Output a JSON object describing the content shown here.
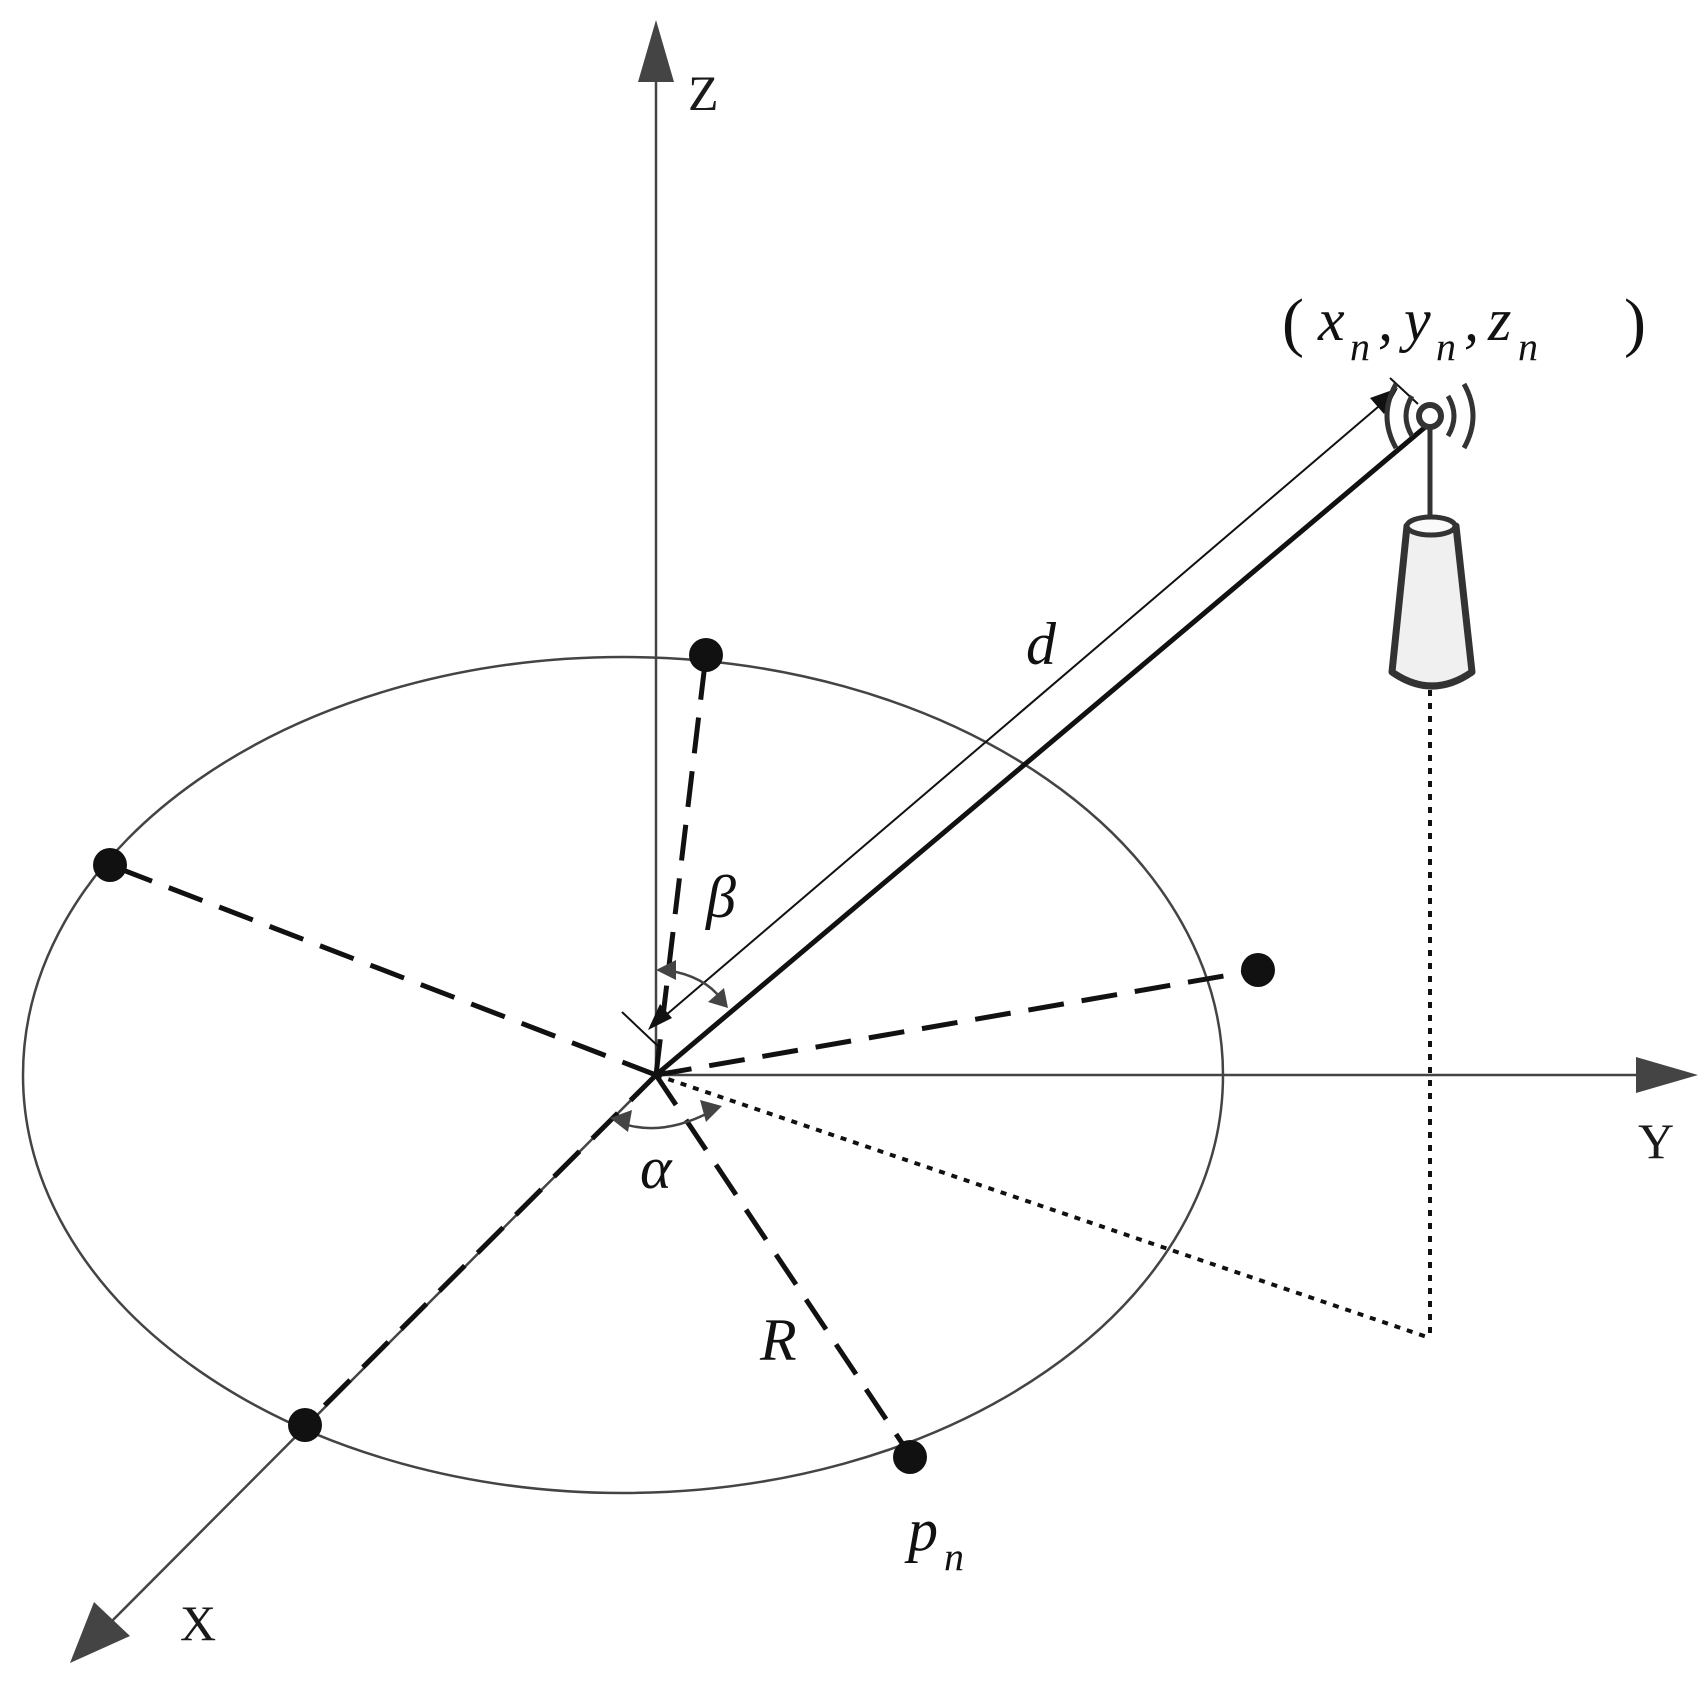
{
  "axes": {
    "z_label": "Z",
    "y_label": "Y",
    "x_label": "X"
  },
  "labels": {
    "distance": "d",
    "elevation_angle": "β",
    "azimuth_angle": "α",
    "radius": "R",
    "point_base": "p",
    "point_sub": "n"
  },
  "anchor_coords": {
    "open": "(",
    "x": "x",
    "x_sub": "n",
    "comma1": ",",
    "y": "y",
    "y_sub": "n",
    "comma2": ",",
    "z": "z",
    "z_sub": "n",
    "close": ")"
  },
  "icons": {
    "anchor": "wireless-anchor-tower-icon"
  },
  "colors": {
    "ink": "#111111",
    "axis": "#444444",
    "tower_fill": "#f0f0f0"
  }
}
